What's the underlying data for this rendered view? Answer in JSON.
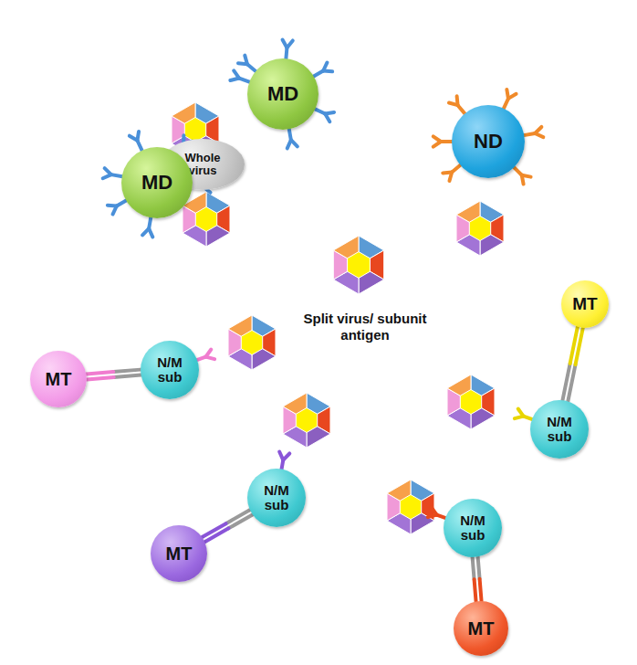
{
  "diagram": {
    "nodes": [
      {
        "text": [
          "MD"
        ]
      },
      {
        "text": [
          "Whole virus"
        ]
      },
      {
        "text": [
          "ND"
        ]
      },
      {
        "text": [
          "MD"
        ]
      },
      {
        "text": [
          "MT"
        ]
      },
      {
        "text": [
          "N/M sub"
        ]
      },
      {
        "text": [
          "MT"
        ]
      },
      {
        "text": [
          "N/M sub"
        ]
      },
      {
        "text": [
          "N/M sub"
        ]
      },
      {
        "text": [
          "MT"
        ]
      },
      {
        "text": [
          "N/M sub"
        ]
      },
      {
        "text": [
          "MT"
        ]
      }
    ],
    "edges": [
      {
        "from": 5,
        "to": 4,
        "arrow": "none"
      },
      {
        "from": 7,
        "to": 6,
        "arrow": "none"
      },
      {
        "from": 8,
        "to": 9,
        "arrow": "none"
      },
      {
        "from": 10,
        "to": 11,
        "arrow": "none"
      }
    ],
    "labels": [
      "Split virus/ subunit antigen"
    ]
  }
}
